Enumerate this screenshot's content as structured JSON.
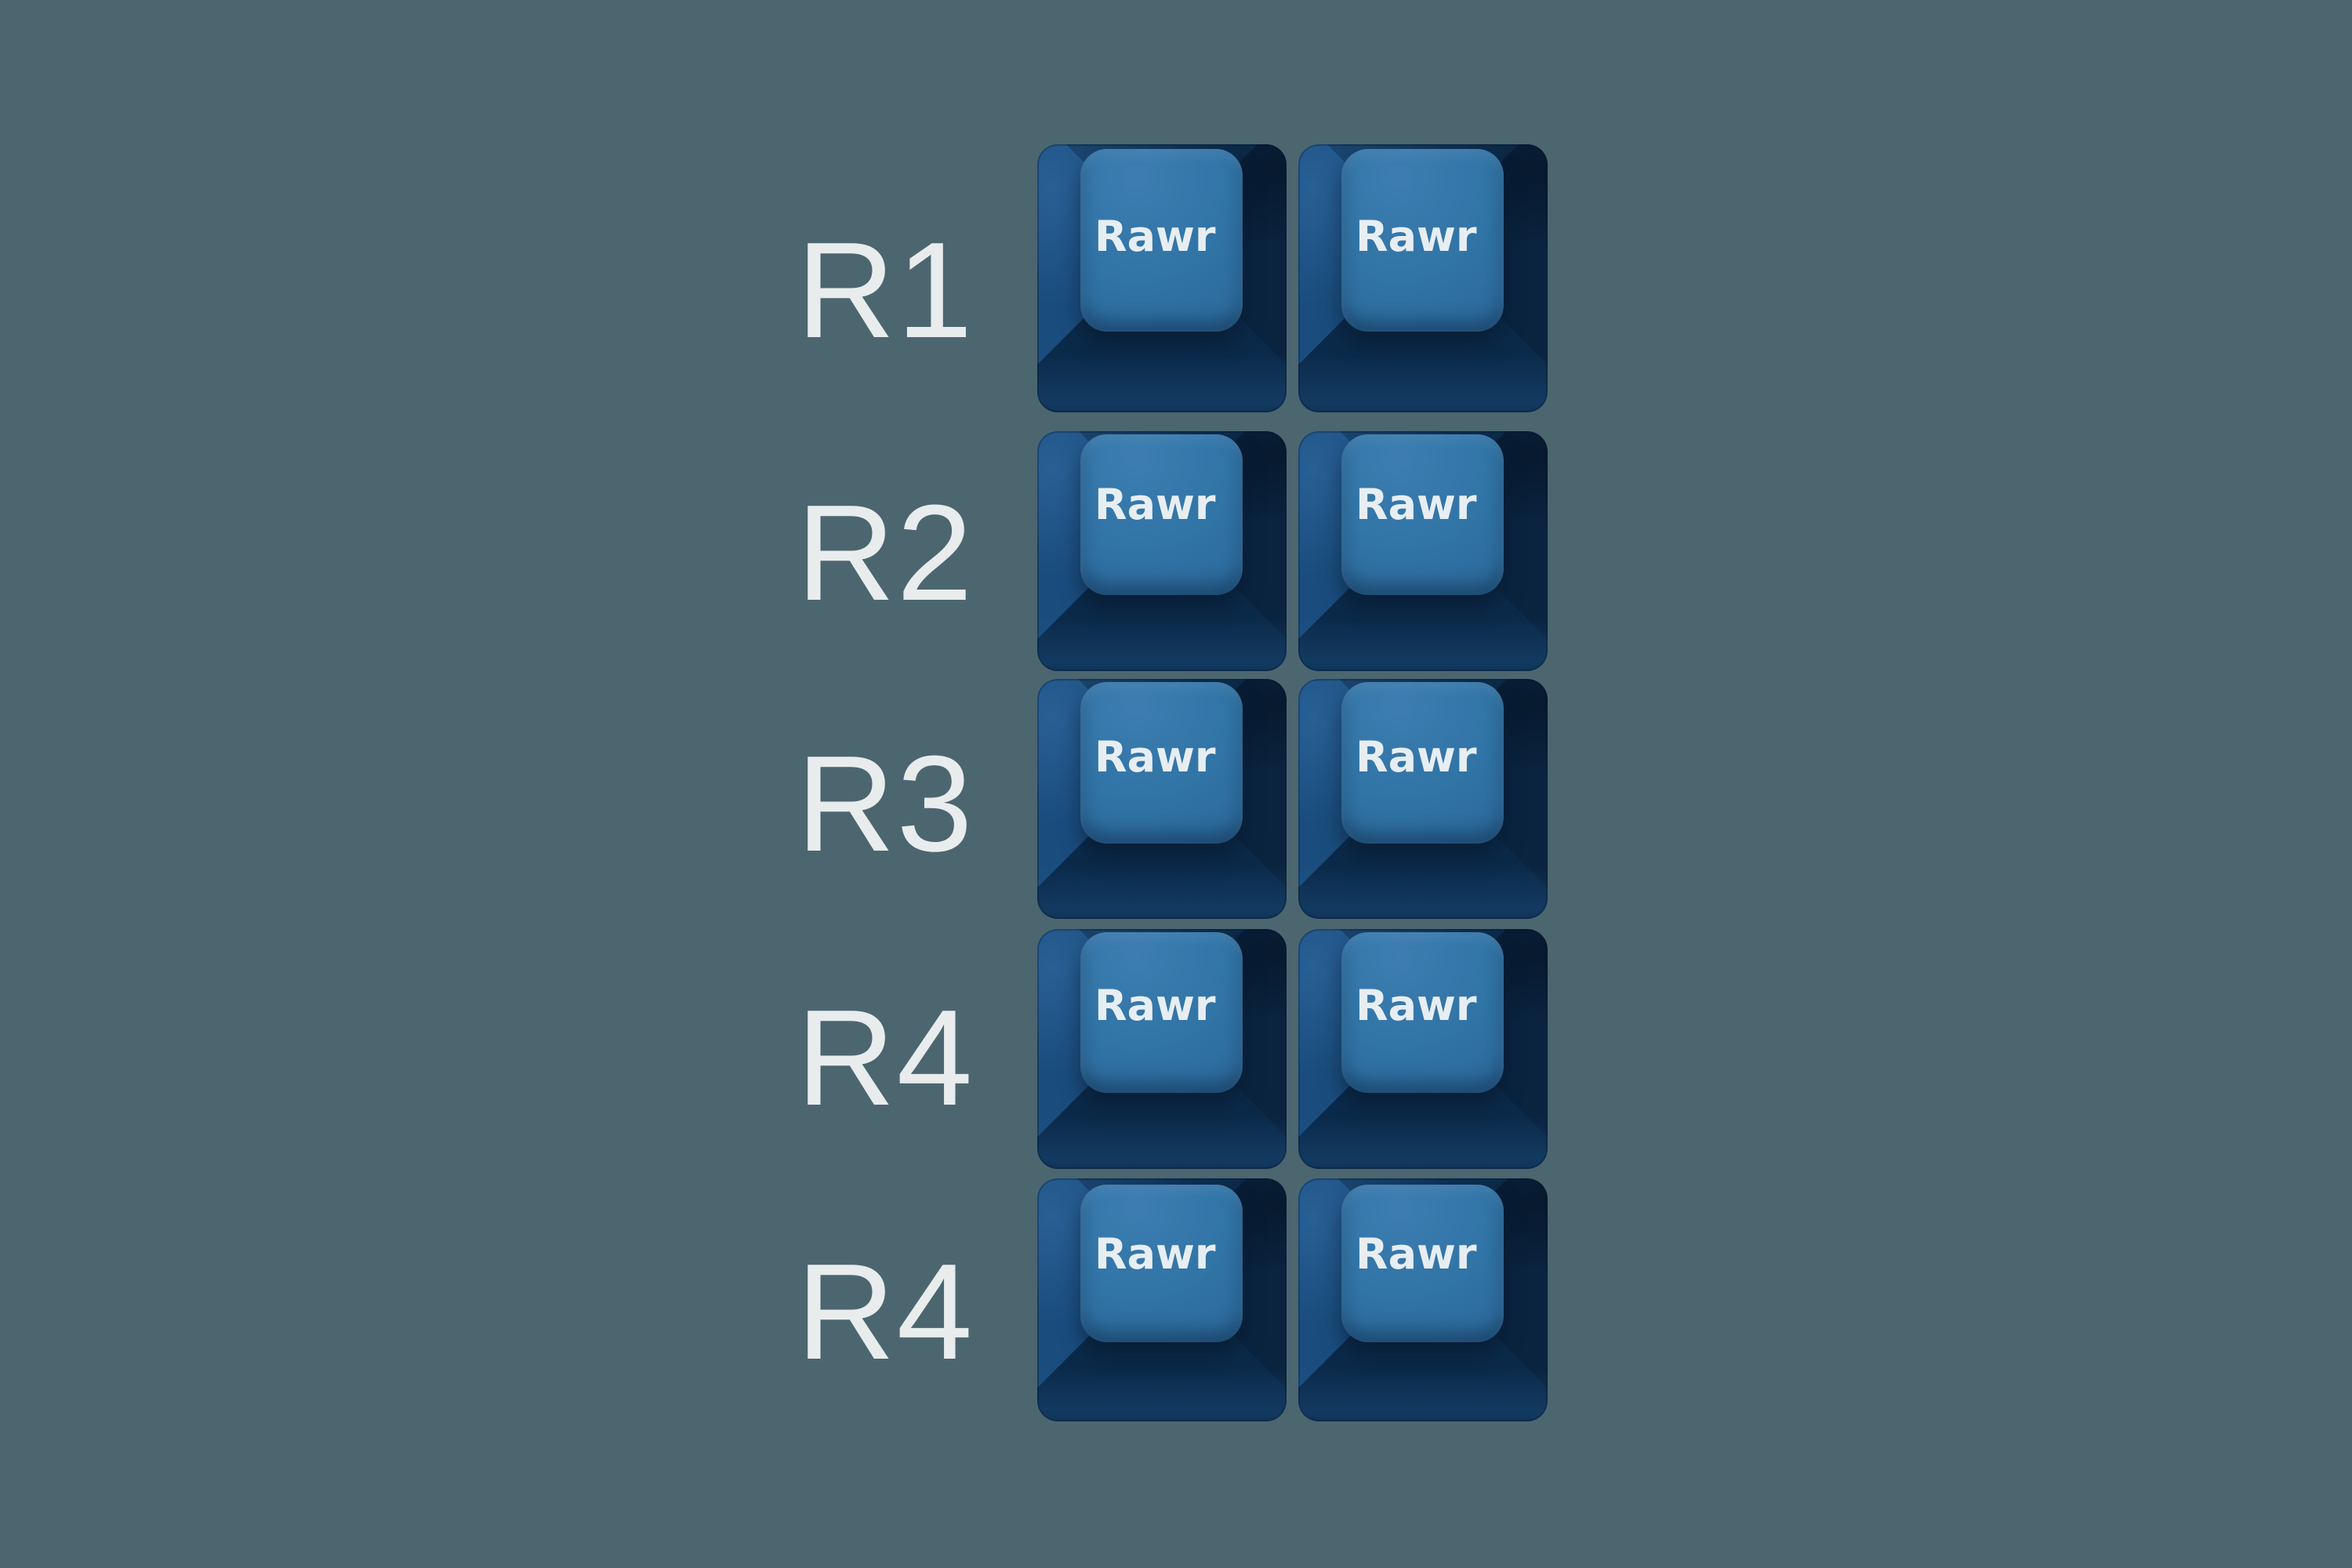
{
  "keycap": {
    "legend": "Rawr",
    "columns": 2
  },
  "rows": [
    {
      "label": "R1"
    },
    {
      "label": "R2"
    },
    {
      "label": "R3"
    },
    {
      "label": "R4"
    },
    {
      "label": "R4"
    }
  ],
  "colors": {
    "background": "#4c6670",
    "cap_face": "#3174a6",
    "cap_side_left": "#1a4d7e",
    "cap_side_right": "#0a2440",
    "cap_side_top": "#0f3458",
    "cap_side_bottom": "#0b2a4a",
    "legend_text": "#e7eef3",
    "label_text": "#e9eced"
  }
}
